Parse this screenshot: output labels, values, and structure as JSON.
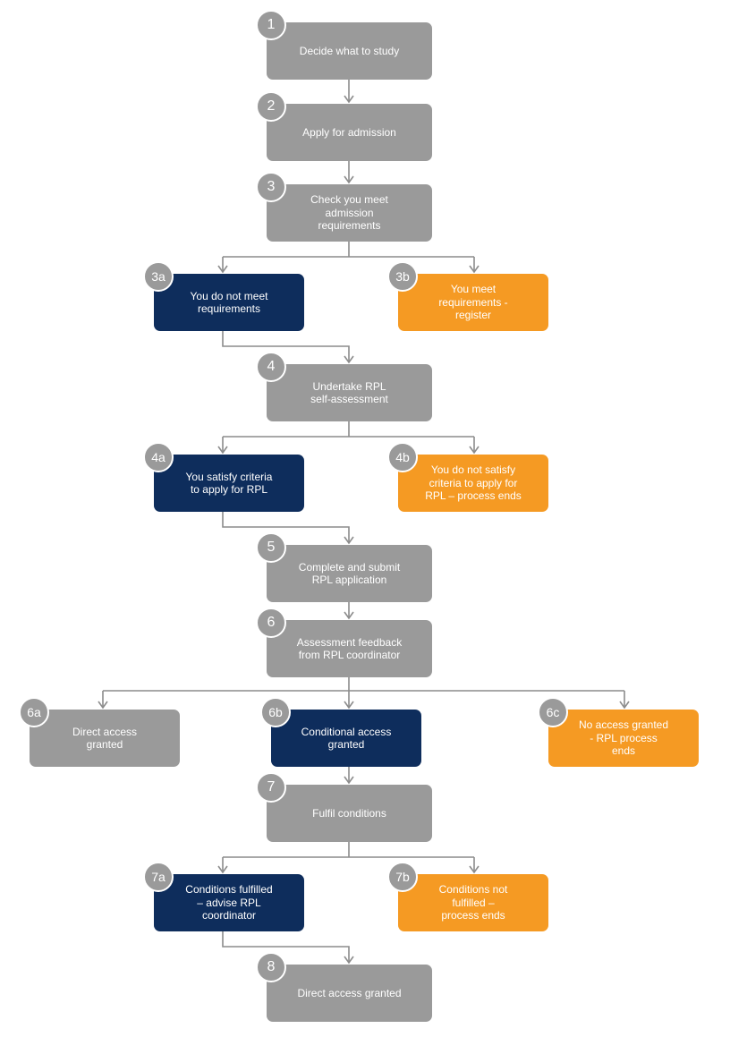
{
  "colors": {
    "grey": "#9a9a9a",
    "navy": "#0e2d5c",
    "orange": "#f59a23",
    "badge": "#9a9a9a",
    "connector": "#8c8c8c"
  },
  "steps": {
    "s1": {
      "num": "1",
      "label": "Decide  what to study",
      "color": "grey"
    },
    "s2": {
      "num": "2",
      "label": "Apply for admission",
      "color": "grey"
    },
    "s3": {
      "num": "3",
      "label": "Check you meet\nadmission\nrequirements",
      "color": "grey"
    },
    "s3a": {
      "num": "3a",
      "label": "You do not meet\nrequirements",
      "color": "navy"
    },
    "s3b": {
      "num": "3b",
      "label": "You meet\nrequirements -\nregister",
      "color": "orange"
    },
    "s4": {
      "num": "4",
      "label": "Undertake RPL\nself-assessment",
      "color": "grey"
    },
    "s4a": {
      "num": "4a",
      "label": "You satisfy criteria\nto apply for RPL",
      "color": "navy"
    },
    "s4b": {
      "num": "4b",
      "label": "You do not satisfy\ncriteria to apply for\nRPL – process ends",
      "color": "orange"
    },
    "s5": {
      "num": "5",
      "label": "Complete and submit\nRPL application",
      "color": "grey"
    },
    "s6": {
      "num": "6",
      "label": "Assessment feedback\nfrom RPL coordinator",
      "color": "grey"
    },
    "s6a": {
      "num": "6a",
      "label": "Direct access\ngranted",
      "color": "grey"
    },
    "s6b": {
      "num": "6b",
      "label": "Conditional access\ngranted",
      "color": "navy"
    },
    "s6c": {
      "num": "6c",
      "label": "No access granted\n-  RPL process\nends",
      "color": "orange"
    },
    "s7": {
      "num": "7",
      "label": "Fulfil conditions",
      "color": "grey"
    },
    "s7a": {
      "num": "7a",
      "label": "Conditions fulfilled\n– advise RPL\ncoordinator",
      "color": "navy"
    },
    "s7b": {
      "num": "7b",
      "label": "Conditions not\nfulfilled –\nprocess ends",
      "color": "orange"
    },
    "s8": {
      "num": "8",
      "label": "Direct access granted",
      "color": "grey"
    }
  }
}
